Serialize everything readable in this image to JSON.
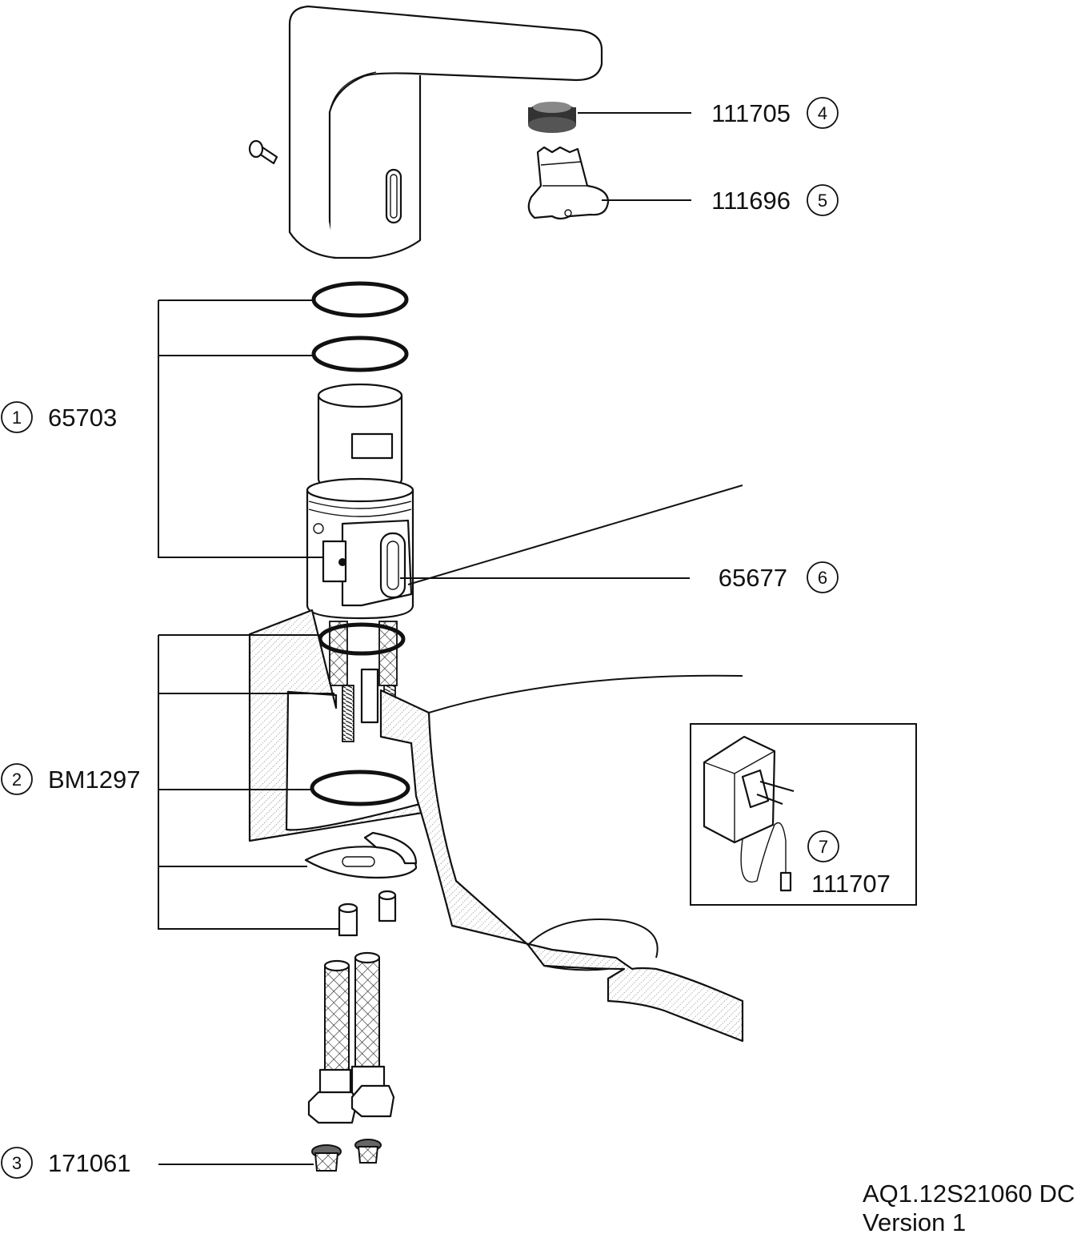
{
  "diagram": {
    "callouts": [
      {
        "num": "1",
        "code": "65703"
      },
      {
        "num": "2",
        "code": "BM1297"
      },
      {
        "num": "3",
        "code": "171061"
      },
      {
        "num": "4",
        "code": "111705"
      },
      {
        "num": "5",
        "code": "111696"
      },
      {
        "num": "6",
        "code": "65677"
      },
      {
        "num": "7",
        "code": "111707"
      }
    ],
    "doc_ref": {
      "line1": "AQ1.12S21060 DC",
      "line2": "Version 1"
    }
  }
}
